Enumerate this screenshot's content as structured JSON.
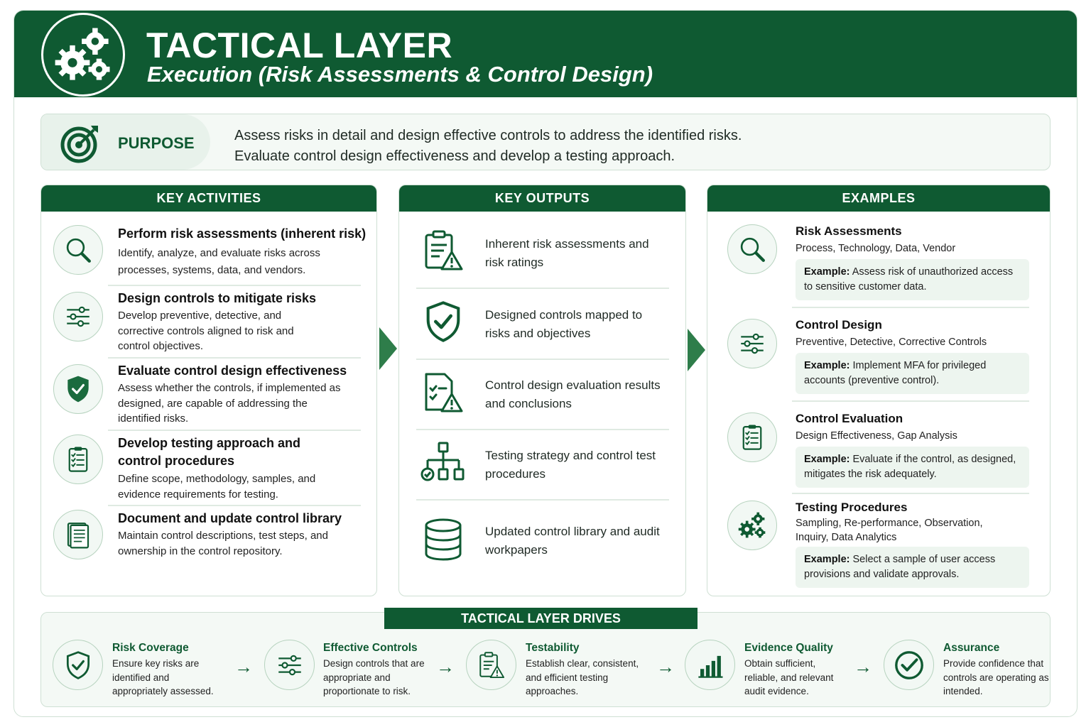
{
  "header": {
    "title": "TACTICAL LAYER",
    "subtitle": "Execution (Risk Assessments & Control Design)",
    "icon": "gears-icon"
  },
  "purpose": {
    "label": "PURPOSE",
    "icon": "target-icon",
    "line1": "Assess risks in detail and design effective controls to address the identified risks.",
    "line2": "Evaluate control design effectiveness and develop a testing approach."
  },
  "key_activities": {
    "heading": "KEY ACTIVITIES",
    "items": [
      {
        "icon": "magnifier-icon",
        "title": "Perform risk assessments (inherent risk)",
        "desc": "Identify, analyze, and evaluate risks across processes, systems, data, and vendors."
      },
      {
        "icon": "sliders-icon",
        "title": "Design controls to mitigate risks",
        "desc": "Develop preventive, detective, and corrective controls aligned to risk and control objectives."
      },
      {
        "icon": "shield-check-icon",
        "title": "Evaluate control design effectiveness",
        "desc": "Assess whether the controls, if implemented as designed, are capable of addressing the identified risks."
      },
      {
        "icon": "clipboard-checklist-icon",
        "title": "Develop testing approach and control procedures",
        "desc": "Define scope, methodology, samples, and evidence requirements for testing."
      },
      {
        "icon": "document-library-icon",
        "title": "Document and update control library",
        "desc": "Maintain control descriptions, test steps, and ownership in the control repository."
      }
    ]
  },
  "key_outputs": {
    "heading": "KEY OUTPUTS",
    "items": [
      {
        "icon": "clipboard-warning-icon",
        "text": "Inherent risk assessments and risk ratings"
      },
      {
        "icon": "shield-check-icon",
        "text": "Designed controls mapped to risks and objectives"
      },
      {
        "icon": "document-warning-icon",
        "text": "Control design evaluation results and conclusions"
      },
      {
        "icon": "hierarchy-icon",
        "text": "Testing strategy and control test procedures"
      },
      {
        "icon": "database-icon",
        "text": "Updated control library and audit workpapers"
      }
    ]
  },
  "examples": {
    "heading": "EXAMPLES",
    "example_label": "Example:",
    "items": [
      {
        "icon": "magnifier-icon",
        "title": "Risk Assessments",
        "sub": "Process, Technology, Data, Vendor",
        "example": "Assess risk of unauthorized access to sensitive customer data."
      },
      {
        "icon": "sliders-icon",
        "title": "Control Design",
        "sub": "Preventive, Detective, Corrective Controls",
        "example": "Implement MFA for privileged accounts (preventive control)."
      },
      {
        "icon": "clipboard-checklist-icon",
        "title": "Control Evaluation",
        "sub": "Design Effectiveness, Gap Analysis",
        "example": "Evaluate if the control, as designed, mitigates the risk adequately."
      },
      {
        "icon": "gears-icon",
        "title": "Testing Procedures",
        "sub": "Sampling, Re-performance, Observation, Inquiry, Data Analytics",
        "example": "Select a sample of user access provisions and validate approvals."
      }
    ]
  },
  "drives": {
    "heading": "TACTICAL LAYER DRIVES",
    "items": [
      {
        "icon": "shield-check-icon",
        "title": "Risk Coverage",
        "desc": "Ensure key risks are identified and appropriately assessed."
      },
      {
        "icon": "sliders-icon",
        "title": "Effective Controls",
        "desc": "Design controls that are appropriate and proportionate to risk."
      },
      {
        "icon": "clipboard-warning-icon",
        "title": "Testability",
        "desc": "Establish clear, consistent, and efficient testing approaches."
      },
      {
        "icon": "bar-chart-icon",
        "title": "Evidence Quality",
        "desc": "Obtain sufficient, reliable, and relevant audit evidence."
      },
      {
        "icon": "check-circle-icon",
        "title": "Assurance",
        "desc": "Provide confidence that controls are operating as intended."
      }
    ]
  },
  "colors": {
    "primary": "#0f5a32",
    "accent": "#2e7d4a",
    "light": "#f4f9f5",
    "border": "#cfe0d4"
  }
}
